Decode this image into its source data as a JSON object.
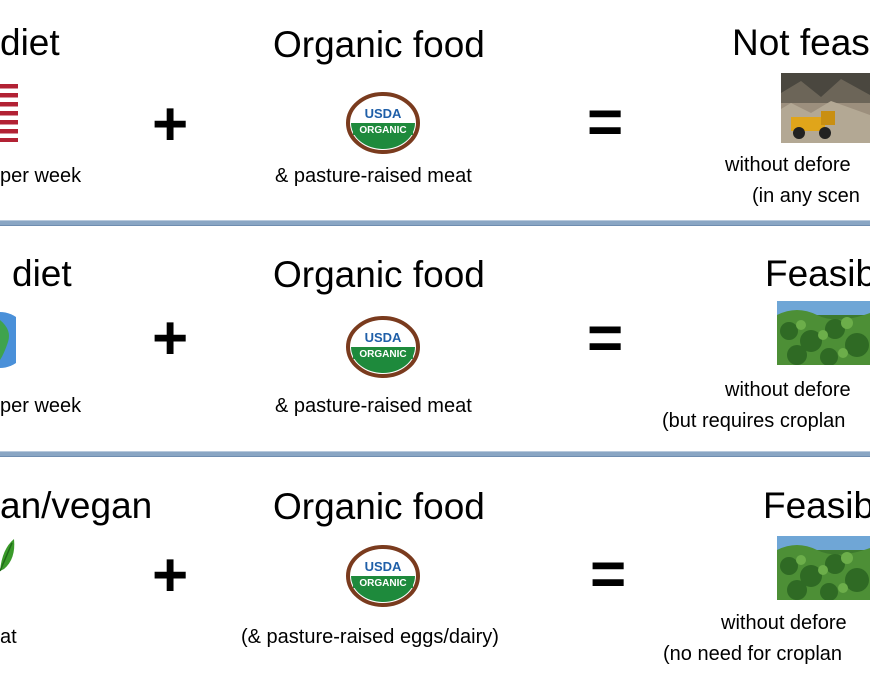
{
  "rows": [
    {
      "diet_title": "diet",
      "diet_note": "per week",
      "diet_icon": "us-flag-icon",
      "plus": "+",
      "organic_title": "Organic food",
      "organic_note": "& pasture-raised meat",
      "badge_top": "USDA",
      "badge_bottom": "ORGANIC",
      "equals": "=",
      "outcome_title": "Not feas",
      "outcome_line1": "without defore",
      "outcome_line2": "(in any scen",
      "outcome_photo": "deforestation-truck-photo"
    },
    {
      "diet_title": "diet",
      "diet_note": "per week",
      "diet_icon": "globe-icon",
      "plus": "+",
      "organic_title": "Organic food",
      "organic_note": "& pasture-raised meat",
      "badge_top": "USDA",
      "badge_bottom": "ORGANIC",
      "equals": "=",
      "outcome_title": "Feasib",
      "outcome_line1": "without defore",
      "outcome_line2": "(but requires croplan",
      "outcome_photo": "forest-photo"
    },
    {
      "diet_title": "an/vegan",
      "diet_note": "at",
      "diet_icon": "leaf-icon",
      "plus": "+",
      "organic_title": "Organic food",
      "organic_note": "(& pasture-raised eggs/dairy)",
      "badge_top": "USDA",
      "badge_bottom": "ORGANIC",
      "equals": "=",
      "outcome_title": "Feasib",
      "outcome_line1": "without defore",
      "outcome_line2": "(no need for croplan",
      "outcome_photo": "forest-photo"
    }
  ],
  "colors": {
    "divider": "#8aa6c4",
    "badge_brown": "#7a3b1e",
    "badge_green": "#1e8a3c",
    "badge_text": "#1f5fa8",
    "flag_red": "#b22234",
    "leaf_green": "#3a9a2a"
  }
}
